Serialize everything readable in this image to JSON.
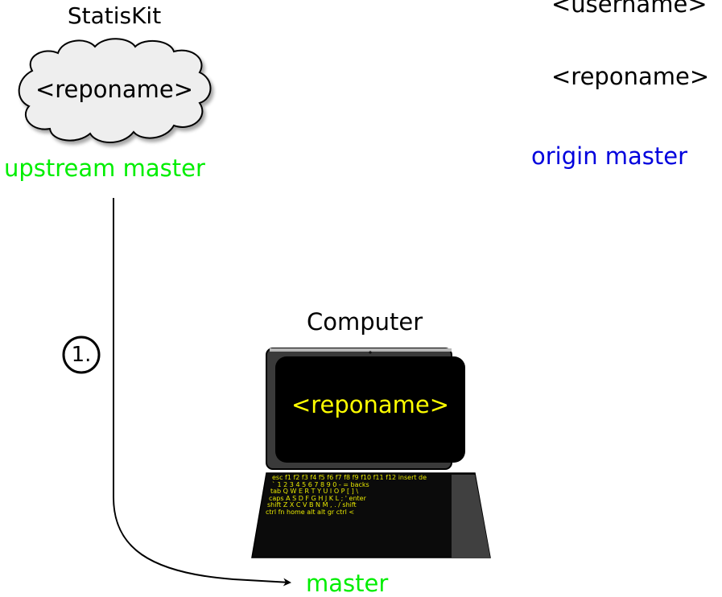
{
  "remote_upstream": {
    "owner": "StatisKit",
    "repo": "<reponame>",
    "branch": "upstream master"
  },
  "remote_origin": {
    "owner": "<username>",
    "repo": "<reponame>",
    "branch": "origin master"
  },
  "local": {
    "owner": "Computer",
    "repo": "<reponame>",
    "branch": "master"
  },
  "steps": [
    {
      "label": "1."
    }
  ],
  "keyboard_rows": [
    "esc f1 f2 f3 f4 f5 f6 f7 f8 f9 f10 f11 f12 insert de",
    "`   1   2   3   4   5   6   7   8   9   0   -   =   backs",
    "tab  Q   W   E   R   T   Y   U   I   O   P   [   ]   \\",
    "caps  A   S   D   F   G   H   J   K   L   ;   '   enter",
    "shift    Z   X   C   V   B   N   M   ,   .   /    shift",
    "ctrl   fn   home   alt                     alt gr ctrl <"
  ],
  "colors": {
    "upstream": "#00ee00",
    "origin": "#0000dd",
    "local": "#00ee00",
    "screen_text": "#ffff00",
    "key_text": "#e8e800",
    "cloud_fill": "#eeeeee"
  }
}
